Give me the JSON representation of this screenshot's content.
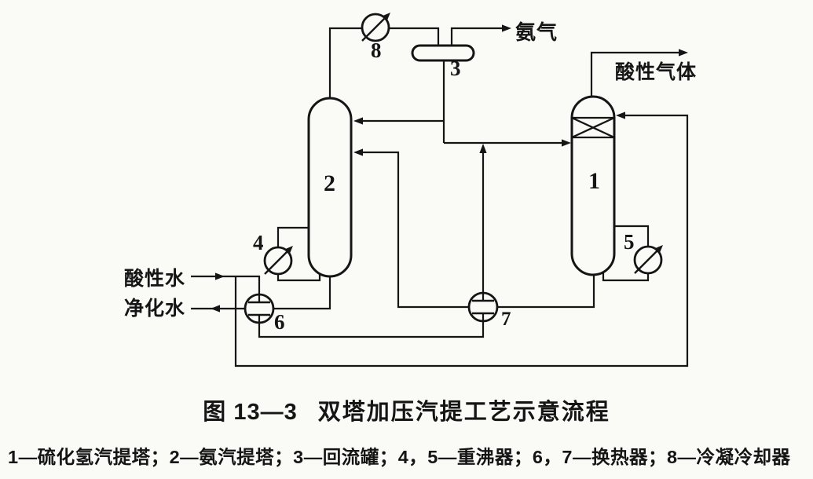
{
  "figure": {
    "caption_number": "图 13—3",
    "caption_title": "双塔加压汽提工艺示意流程",
    "legend_text": "1—硫化氢汽提塔；2—氨汽提塔；3—回流罐；4，5—重沸器；6，7—换热器；8—冷凝冷却器",
    "legend_items": [
      {
        "num": "1",
        "name": "硫化氢汽提塔"
      },
      {
        "num": "2",
        "name": "氨汽提塔"
      },
      {
        "num": "3",
        "name": "回流罐"
      },
      {
        "num": "4，5",
        "name": "重沸器"
      },
      {
        "num": "6，7",
        "name": "换热器"
      },
      {
        "num": "8",
        "name": "冷凝冷却器"
      }
    ]
  },
  "streams": {
    "ammonia_gas": "氨气",
    "acid_gas": "酸性气体",
    "acid_water": "酸性水",
    "purified_water": "净化水"
  },
  "equipment": {
    "h2s_stripper": {
      "num": "1",
      "name": "硫化氢汽提塔"
    },
    "ammonia_stripper": {
      "num": "2",
      "name": "氨汽提塔"
    },
    "reflux_drum": {
      "num": "3",
      "name": "回流罐"
    },
    "reboiler_4": {
      "num": "4",
      "name": "重沸器"
    },
    "reboiler_5": {
      "num": "5",
      "name": "重沸器"
    },
    "exchanger_6": {
      "num": "6",
      "name": "换热器"
    },
    "exchanger_7": {
      "num": "7",
      "name": "换热器"
    },
    "condenser_cooler_8": {
      "num": "8",
      "name": "冷凝冷却器"
    }
  },
  "colors": {
    "line": "#151515",
    "paper": "#fafaf7"
  }
}
